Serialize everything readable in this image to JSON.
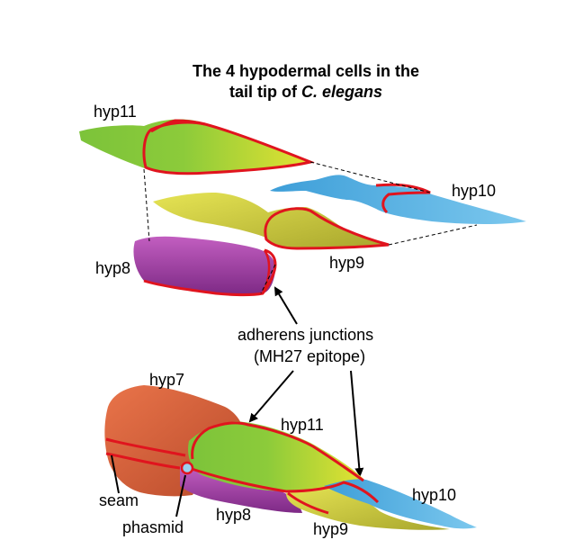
{
  "title": {
    "line1": "The 4 hypodermal cells in the",
    "line2_prefix": "tail tip of ",
    "line2_italic": "C. elegans"
  },
  "labels": {
    "hyp11_top": "hyp11",
    "hyp10_top": "hyp10",
    "hyp8_top": "hyp8",
    "hyp9_top": "hyp9",
    "adherens_line1": "adherens junctions",
    "adherens_line2": "(MH27 epitope)",
    "hyp7": "hyp7",
    "hyp11_bottom": "hyp11",
    "hyp10_bottom": "hyp10",
    "seam": "seam",
    "phasmid": "phasmid",
    "hyp8_bottom": "hyp8",
    "hyp9_bottom": "hyp9"
  },
  "colors": {
    "junction_red": "#e0141e",
    "hyp11_green": "#7fc636",
    "hyp11_yellow": "#d6e032",
    "hyp10_blue": "#4fb4e4",
    "hyp9_yellow": "#d4d23c",
    "hyp8_purple": "#a440a6",
    "hyp7_orange": "#d9603a"
  }
}
